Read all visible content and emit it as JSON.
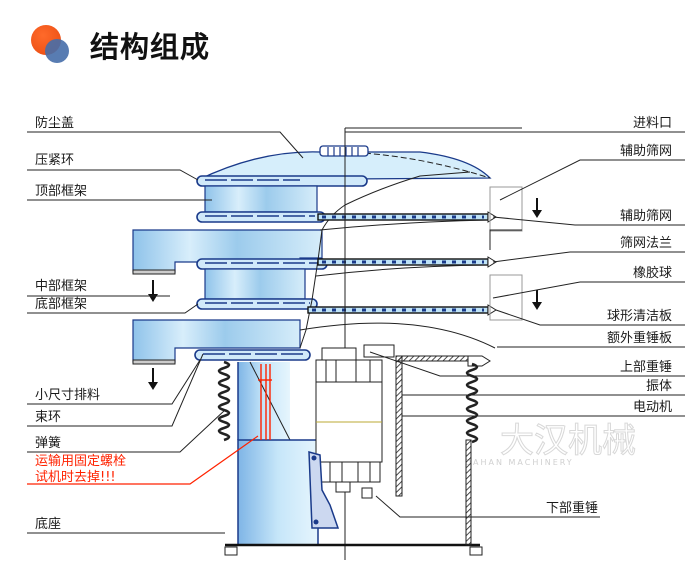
{
  "header": {
    "title": "结构组成",
    "icon": "two-overlapping-dots-icon"
  },
  "labels_left": [
    {
      "id": "dust-cover",
      "text": "防尘盖"
    },
    {
      "id": "clamp-ring",
      "text": "压紧环"
    },
    {
      "id": "top-frame",
      "text": "顶部框架"
    },
    {
      "id": "middle-frame",
      "text": "中部框架"
    },
    {
      "id": "bottom-frame",
      "text": "底部框架"
    },
    {
      "id": "small-discharge",
      "text": "小尺寸排料"
    },
    {
      "id": "band-ring",
      "text": "束环"
    },
    {
      "id": "spring",
      "text": "弹簧"
    },
    {
      "id": "base",
      "text": "底座"
    }
  ],
  "warning": {
    "line1": "运输用固定螺栓",
    "line2": "试机时去掉!!!",
    "color": "#ff2200"
  },
  "labels_right": [
    {
      "id": "feed-inlet",
      "text": "进料口"
    },
    {
      "id": "aux-screen-1",
      "text": "辅助筛网"
    },
    {
      "id": "aux-screen-2",
      "text": "辅助筛网"
    },
    {
      "id": "screen-flange",
      "text": "筛网法兰"
    },
    {
      "id": "rubber-ball",
      "text": "橡胶球"
    },
    {
      "id": "ball-cleaning-plate",
      "text": "球形清洁板"
    },
    {
      "id": "extra-weight-plate",
      "text": "额外重锤板"
    },
    {
      "id": "upper-weight",
      "text": "上部重锤"
    },
    {
      "id": "vibrator-body",
      "text": "振体"
    },
    {
      "id": "motor",
      "text": "电动机"
    },
    {
      "id": "lower-weight",
      "text": "下部重锤"
    }
  ],
  "watermark": {
    "text": "大汉机械",
    "subtitle": "DAHAN MACHINERY"
  },
  "colors": {
    "frame_fill": "#bfe3f7",
    "frame_fill_dark": "#8fc3ea",
    "outline": "#1a3a8a",
    "line": "#222222",
    "accent_orange": "#f05a1a",
    "accent_blue": "#4a6fa8"
  }
}
